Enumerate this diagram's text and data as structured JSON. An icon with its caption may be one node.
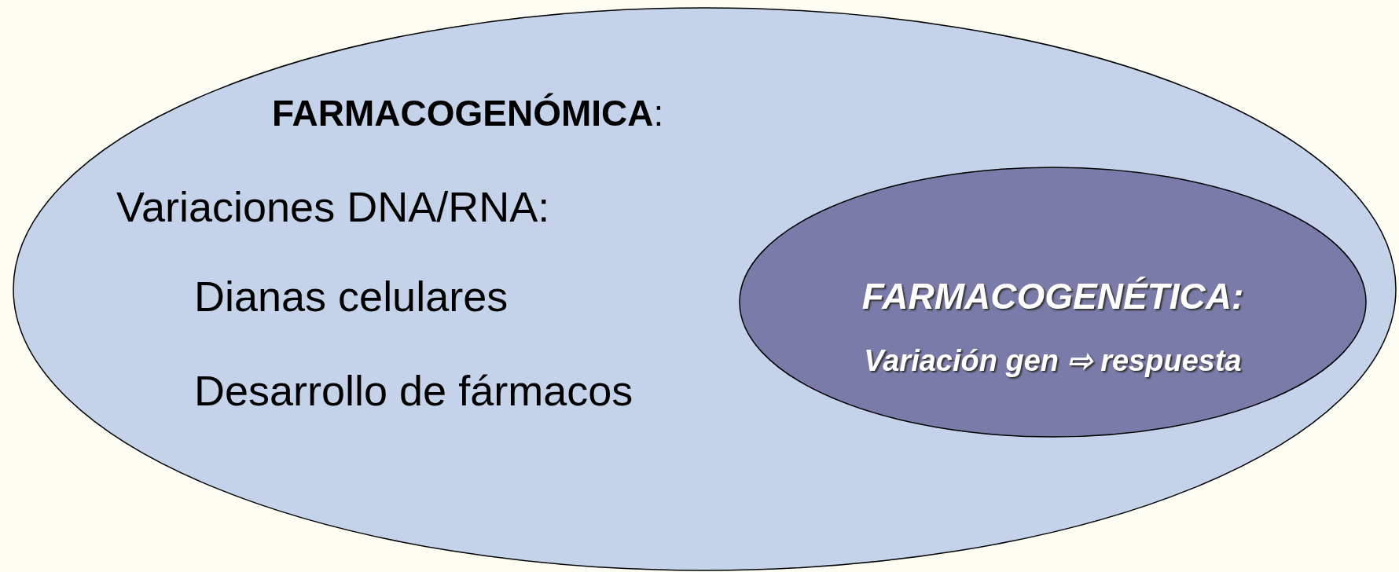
{
  "diagram": {
    "nodes": [
      {
        "text": [
          "**FARMACOGENÓMICA**:",
          "Variaciones DNA/RNA:",
          "Dianas celulares",
          "Desarrollo de fármacos"
        ]
      },
      {
        "text": [
          "FARMACOGENÉTICA:",
          "Variación gen ⇨ respuesta"
        ],
        "in": 0
      }
    ],
    "edges": []
  }
}
